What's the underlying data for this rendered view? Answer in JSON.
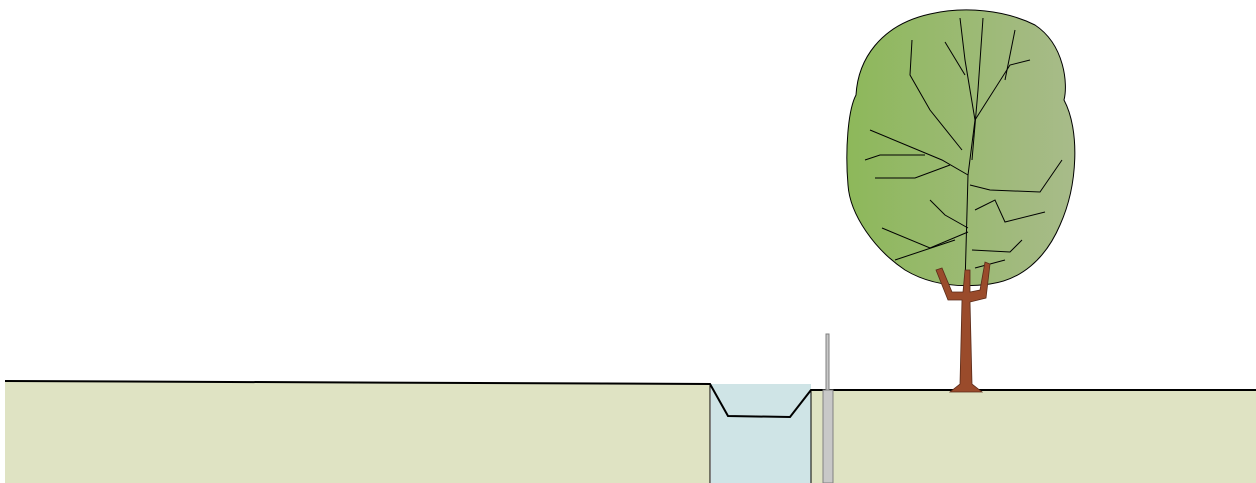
{
  "scene": {
    "title": "",
    "colors": {
      "background": "#ffffff",
      "ground_fill": "#dfe3c3",
      "water_fill": "#cfe4e6",
      "outline": "#000000",
      "post_fill": "#c8c8c8",
      "post_stroke": "#808080",
      "trunk": "#9a4b2b",
      "crown_light": "#8db85a",
      "crown_dark": "#a8bb8a"
    },
    "elements": [
      "ground-left",
      "ditch",
      "water-channel",
      "marker-post",
      "ground-right",
      "tree"
    ]
  }
}
